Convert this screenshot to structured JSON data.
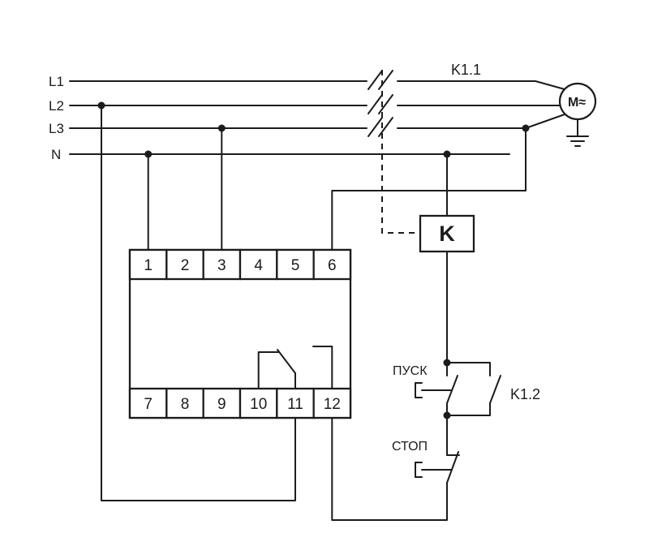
{
  "labels": {
    "phase_l1": "L1",
    "phase_l2": "L2",
    "phase_l3": "L3",
    "neutral": "N",
    "contactor_contacts": "K1.1",
    "coil": "K",
    "motor": "M≈",
    "start": "ПУСК",
    "stop": "СТОП",
    "aux_contact": "K1.2"
  },
  "module": {
    "top_terminals": [
      "1",
      "2",
      "3",
      "4",
      "5",
      "6"
    ],
    "bottom_terminals": [
      "7",
      "8",
      "9",
      "10",
      "11",
      "12"
    ]
  },
  "colors": {
    "line": "#1c1c1c",
    "background": "#ffffff"
  }
}
